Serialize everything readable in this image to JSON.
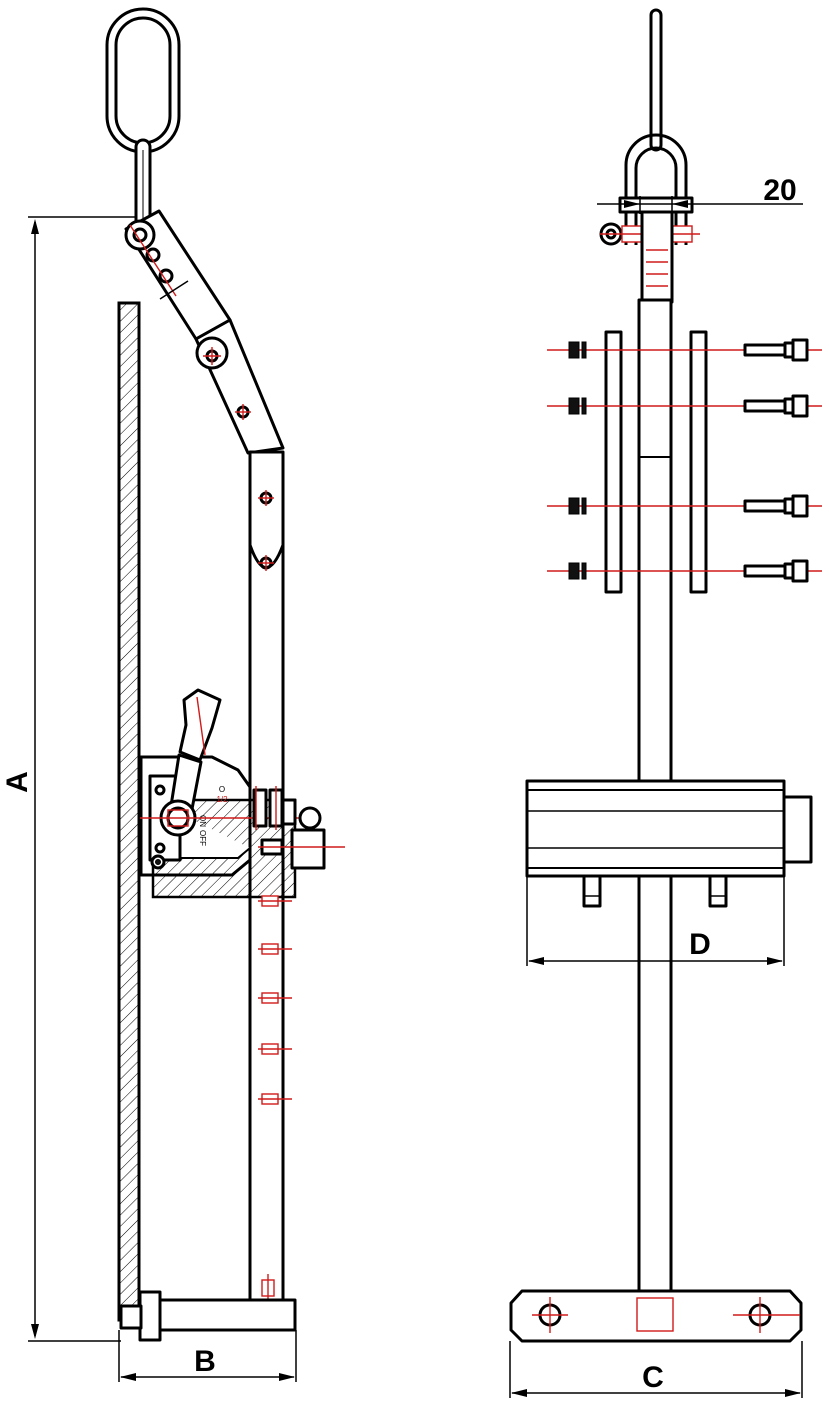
{
  "labels": {
    "dim_a": "A",
    "dim_b": "B",
    "dim_c": "C",
    "dim_d": "D",
    "dim_20": "20",
    "switch_top": "O",
    "switch_half": "1/2",
    "switch_on": "ON",
    "switch_off": "OFF"
  },
  "colors": {
    "outline": "#000000",
    "centerline": "#d11a1a"
  }
}
